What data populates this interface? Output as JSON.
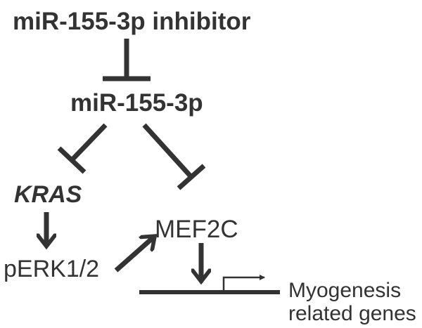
{
  "nodes": {
    "inhibitor": "miR-155-3p inhibitor",
    "mirna": "miR-155-3p",
    "kras": "KRAS",
    "mef2c": "MEF2C",
    "perk": "pERK1/2",
    "genes_line1": "Myogenesis",
    "genes_line2": "related genes"
  },
  "colors": {
    "ink": "#333333",
    "background": "#ffffff"
  }
}
